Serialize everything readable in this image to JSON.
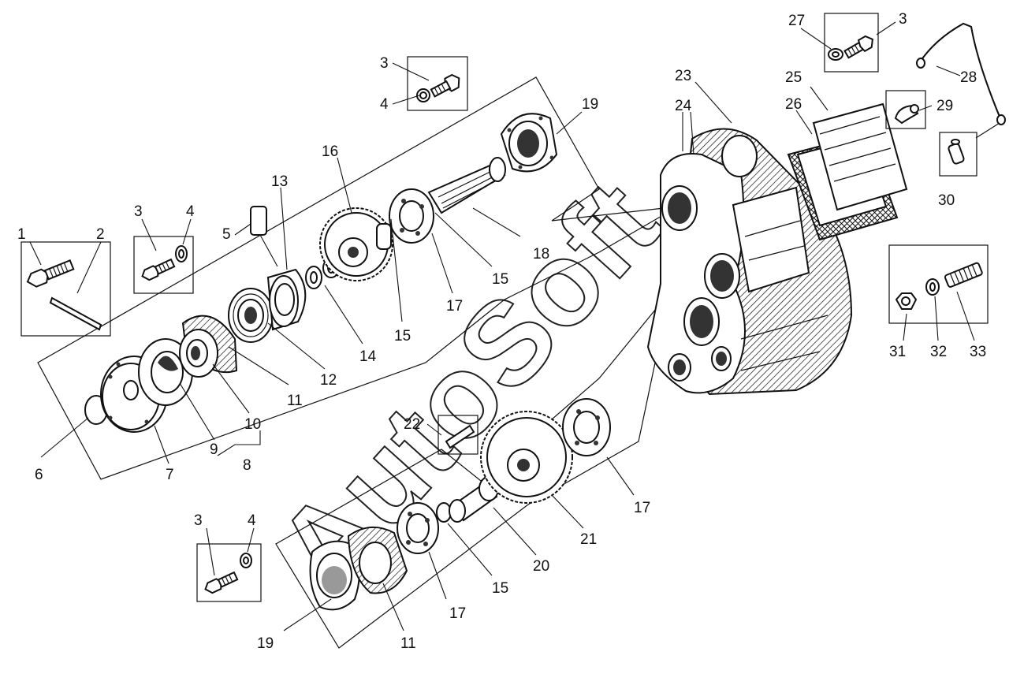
{
  "watermark": "AutoSoft",
  "callouts": [
    {
      "id": "c1",
      "text": "1"
    },
    {
      "id": "c2",
      "text": "2"
    },
    {
      "id": "c3a",
      "text": "3"
    },
    {
      "id": "c4a",
      "text": "4"
    },
    {
      "id": "c5",
      "text": "5"
    },
    {
      "id": "c13",
      "text": "13"
    },
    {
      "id": "c16",
      "text": "16"
    },
    {
      "id": "c3b",
      "text": "3"
    },
    {
      "id": "c4b",
      "text": "4"
    },
    {
      "id": "c19a",
      "text": "19"
    },
    {
      "id": "c23",
      "text": "23"
    },
    {
      "id": "c24",
      "text": "24"
    },
    {
      "id": "c27",
      "text": "27"
    },
    {
      "id": "c3c",
      "text": "3"
    },
    {
      "id": "c25",
      "text": "25"
    },
    {
      "id": "c26",
      "text": "26"
    },
    {
      "id": "c28",
      "text": "28"
    },
    {
      "id": "c29",
      "text": "29"
    },
    {
      "id": "c30",
      "text": "30"
    },
    {
      "id": "c18",
      "text": "18"
    },
    {
      "id": "c15a",
      "text": "15"
    },
    {
      "id": "c17a",
      "text": "17"
    },
    {
      "id": "c15b",
      "text": "15"
    },
    {
      "id": "c14",
      "text": "14"
    },
    {
      "id": "c12",
      "text": "12"
    },
    {
      "id": "c11a",
      "text": "11"
    },
    {
      "id": "c10",
      "text": "10"
    },
    {
      "id": "c9",
      "text": "9"
    },
    {
      "id": "c8",
      "text": "8"
    },
    {
      "id": "c7",
      "text": "7"
    },
    {
      "id": "c6",
      "text": "6"
    },
    {
      "id": "c31",
      "text": "31"
    },
    {
      "id": "c32",
      "text": "32"
    },
    {
      "id": "c33",
      "text": "33"
    },
    {
      "id": "c22",
      "text": "22"
    },
    {
      "id": "c17b",
      "text": "17"
    },
    {
      "id": "c21",
      "text": "21"
    },
    {
      "id": "c20",
      "text": "20"
    },
    {
      "id": "c3d",
      "text": "3"
    },
    {
      "id": "c4d",
      "text": "4"
    },
    {
      "id": "c15c",
      "text": "15"
    },
    {
      "id": "c17c",
      "text": "17"
    },
    {
      "id": "c19b",
      "text": "19"
    },
    {
      "id": "c11b",
      "text": "11"
    }
  ]
}
